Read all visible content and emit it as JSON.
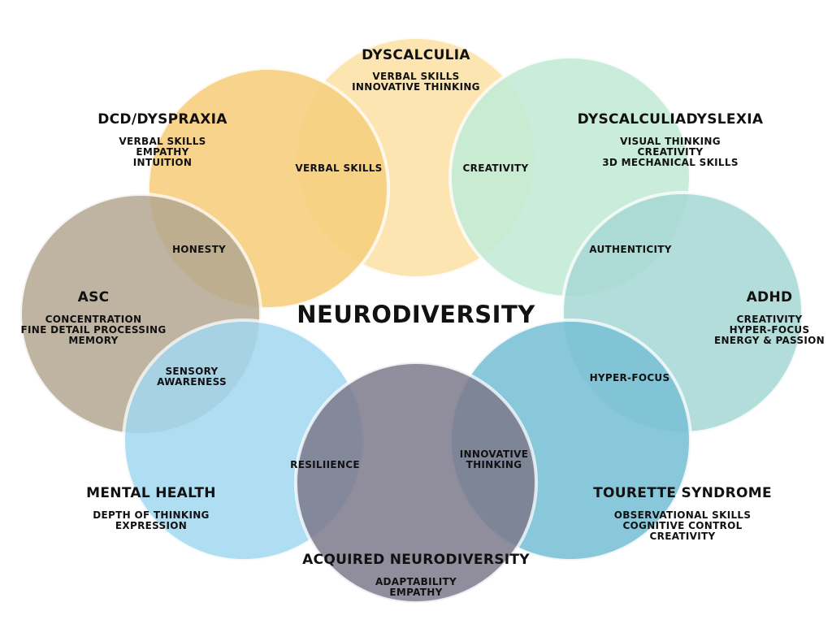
{
  "title": "NEURODIVERSITY",
  "colors": {
    "dyscalculia": "#fde4ae",
    "dcd": "#f7cf80",
    "dyslexia": "#c4ecd6",
    "asc": "#b3a891",
    "adhd": "#a9d9d5",
    "mental_health": "#a2d8f0",
    "tourette": "#79c1d5",
    "acquired": "#7d7a8c"
  },
  "conditions": [
    {
      "id": "dyscalculia",
      "name": "DYSCALCULIA",
      "strengths": [
        "VERBAL SKILLS",
        "INNOVATIVE THINKING"
      ]
    },
    {
      "id": "dcd",
      "name": "DCD/DYSPRAXIA",
      "strengths": [
        "VERBAL SKILLS",
        "EMPATHY",
        "INTUITION"
      ]
    },
    {
      "id": "dyslexia",
      "name": "DYSCALCULIADYSLEXIA",
      "strengths": [
        "VISUAL THINKING",
        "CREATIVITY",
        "3D MECHANICAL SKILLS"
      ]
    },
    {
      "id": "asc",
      "name": "ASC",
      "strengths": [
        "CONCENTRATION",
        "FINE DETAIL PROCESSING",
        "MEMORY"
      ]
    },
    {
      "id": "adhd",
      "name": "ADHD",
      "strengths": [
        "CREATIVITY",
        "HYPER-FOCUS",
        "ENERGY & PASSION"
      ]
    },
    {
      "id": "mental_health",
      "name": "MENTAL HEALTH",
      "strengths": [
        "DEPTH OF THINKING",
        "EXPRESSION"
      ]
    },
    {
      "id": "tourette",
      "name": "TOURETTE SYNDROME",
      "strengths": [
        "OBSERVATIONAL SKILLS",
        "COGNITIVE CONTROL",
        "CREATIVITY"
      ]
    },
    {
      "id": "acquired",
      "name": "ACQUIRED NEURODIVERSITY",
      "strengths": [
        "ADAPTABILITY",
        "EMPATHY"
      ]
    }
  ],
  "overlaps": [
    {
      "id": "dcd_dyscalculia",
      "lines": [
        "VERBAL SKILLS"
      ]
    },
    {
      "id": "dyscalculia_dyslexia",
      "lines": [
        "CREATIVITY"
      ]
    },
    {
      "id": "dcd_asc",
      "lines": [
        "HONESTY"
      ]
    },
    {
      "id": "dyslexia_adhd",
      "lines": [
        "AUTHENTICITY"
      ]
    },
    {
      "id": "asc_mental",
      "lines": [
        "SENSORY",
        "AWARENESS"
      ]
    },
    {
      "id": "adhd_tourette",
      "lines": [
        "HYPER-FOCUS"
      ]
    },
    {
      "id": "mental_acquired",
      "lines": [
        "RESILIIENCE"
      ]
    },
    {
      "id": "acquired_tourette",
      "lines": [
        "INNOVATIVE",
        "THINKING"
      ]
    }
  ]
}
